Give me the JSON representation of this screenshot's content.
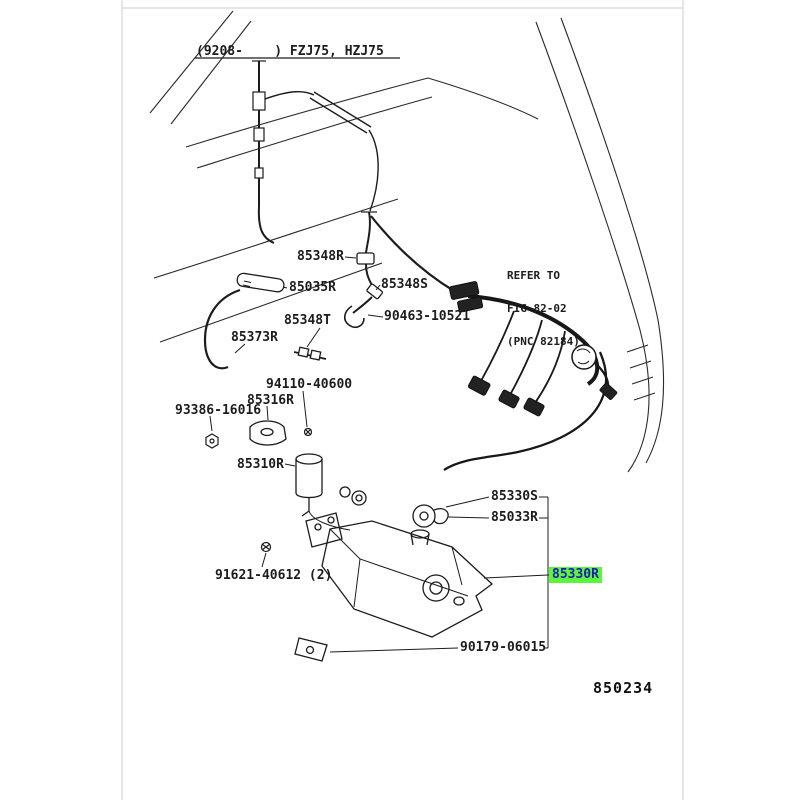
{
  "page": {
    "header": "(9208-    ) FZJ75, HZJ75",
    "figure_number": "850234"
  },
  "note": {
    "line1": "REFER TO",
    "line2": "FIG 82-02",
    "line3": "(PNC 82184)"
  },
  "colors": {
    "ink": "#1c1c1c",
    "highlight_bg": "#5df53c",
    "highlight_text": "#1a1ab8"
  },
  "labels": [
    {
      "text": "85348R",
      "highlighted": false
    },
    {
      "text": "85035R",
      "highlighted": false
    },
    {
      "text": "85348S",
      "highlighted": false
    },
    {
      "text": "85348T",
      "highlighted": false
    },
    {
      "text": "90463-10521",
      "highlighted": false
    },
    {
      "text": "85373R",
      "highlighted": false
    },
    {
      "text": "94110-40600",
      "highlighted": false
    },
    {
      "text": "85316R",
      "highlighted": false
    },
    {
      "text": "93386-16016",
      "highlighted": false
    },
    {
      "text": "85310R",
      "highlighted": false
    },
    {
      "text": "85330S",
      "highlighted": false
    },
    {
      "text": "85033R",
      "highlighted": false
    },
    {
      "text": "85330R",
      "highlighted": true
    },
    {
      "text": "91621-40612 (2)",
      "highlighted": false
    },
    {
      "text": "90179-06015",
      "highlighted": false
    }
  ]
}
